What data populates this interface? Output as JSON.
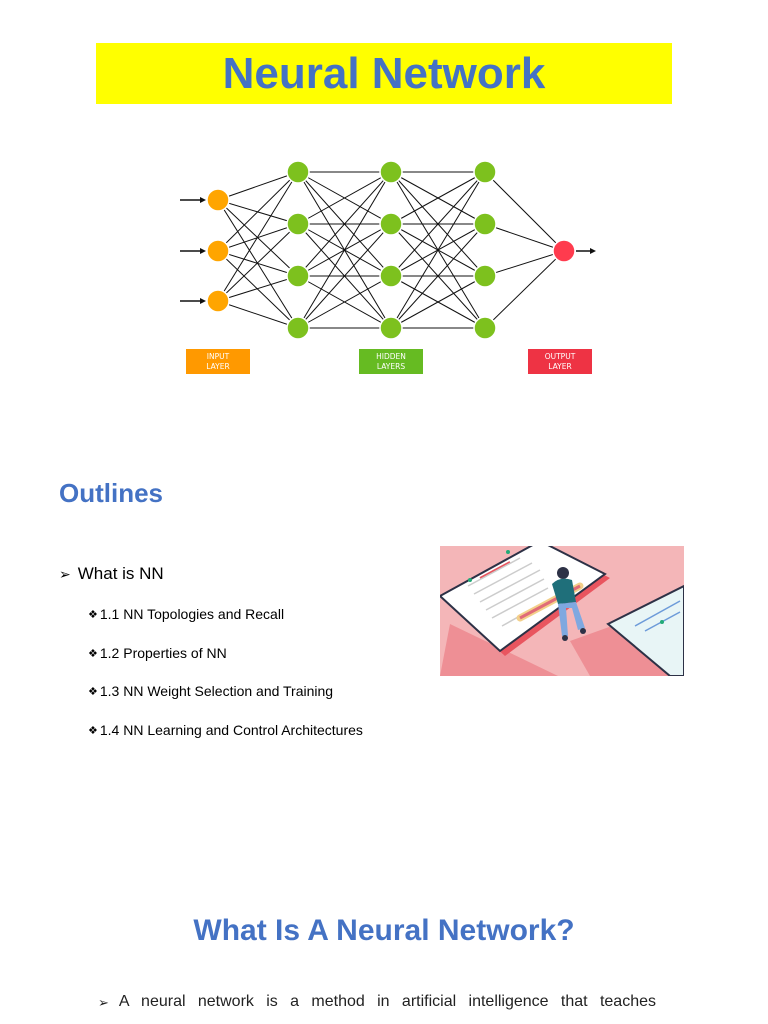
{
  "title": "Neural Network",
  "diagram": {
    "layer_labels": [
      {
        "line1": "INPUT",
        "line2": "LAYER",
        "color": "#ff9900"
      },
      {
        "line1": "HIDDEN",
        "line2": "LAYERS",
        "color": "#66bb22"
      },
      {
        "line1": "OUTPUT",
        "line2": "LAYER",
        "color": "#ee3344"
      }
    ],
    "node_colors": {
      "input": "#ffa500",
      "hidden": "#7dc11e",
      "output": "#ff3b4e"
    }
  },
  "outlines": {
    "heading": "Outlines",
    "main_item": "What is NN",
    "sub_items": [
      "1.1 NN Topologies and Recall",
      "1.2 Properties of NN",
      "1.3 NN Weight Selection and Training",
      "1.4 NN Learning and Control Architectures"
    ]
  },
  "section": {
    "heading": "What Is A Neural Network?",
    "paragraph": "A neural network is a method in artificial intelligence that teaches"
  },
  "colors": {
    "accent": "#4472c4",
    "title_bg": "#ffff00"
  }
}
